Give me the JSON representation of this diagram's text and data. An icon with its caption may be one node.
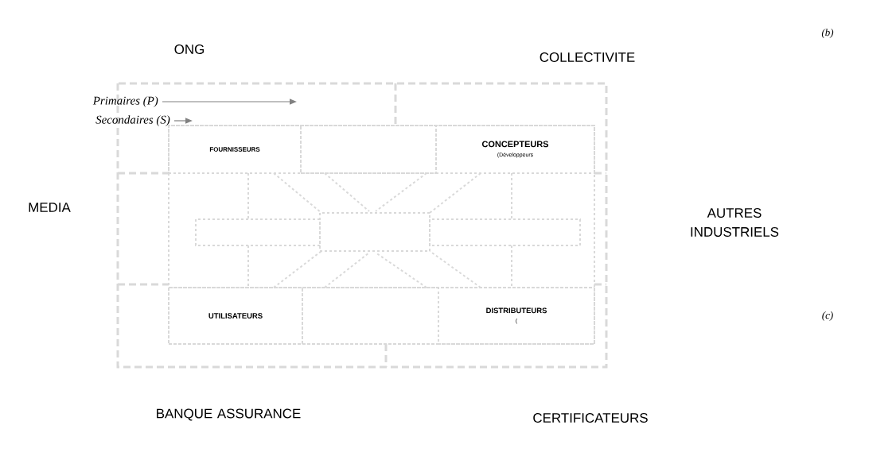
{
  "diagram": {
    "nodes": [
      {
        "text": [
          "FOURNISSEURS"
        ]
      },
      {
        "text": [],
        "shape": "box"
      },
      {
        "text": [
          "CONCEPTEURS",
          "(Développeurs"
        ]
      },
      {
        "text": [],
        "shape": "box"
      },
      {
        "text": [
          "UTILISATEURS"
        ]
      },
      {
        "text": [],
        "shape": "box"
      },
      {
        "text": [
          "DISTRIBUTEURS",
          "("
        ]
      }
    ],
    "labels": [
      "(b)",
      "ONG",
      "COLLECTIVITE",
      "MEDIA",
      "AUTRES INDUSTRIELS",
      "(c)",
      "BANQUE ASSURANCE",
      "CERTIFICATEURS"
    ],
    "legend": [
      {
        "text": "Primaires (P)"
      },
      {
        "text": "Secondaires (S)"
      }
    ]
  }
}
